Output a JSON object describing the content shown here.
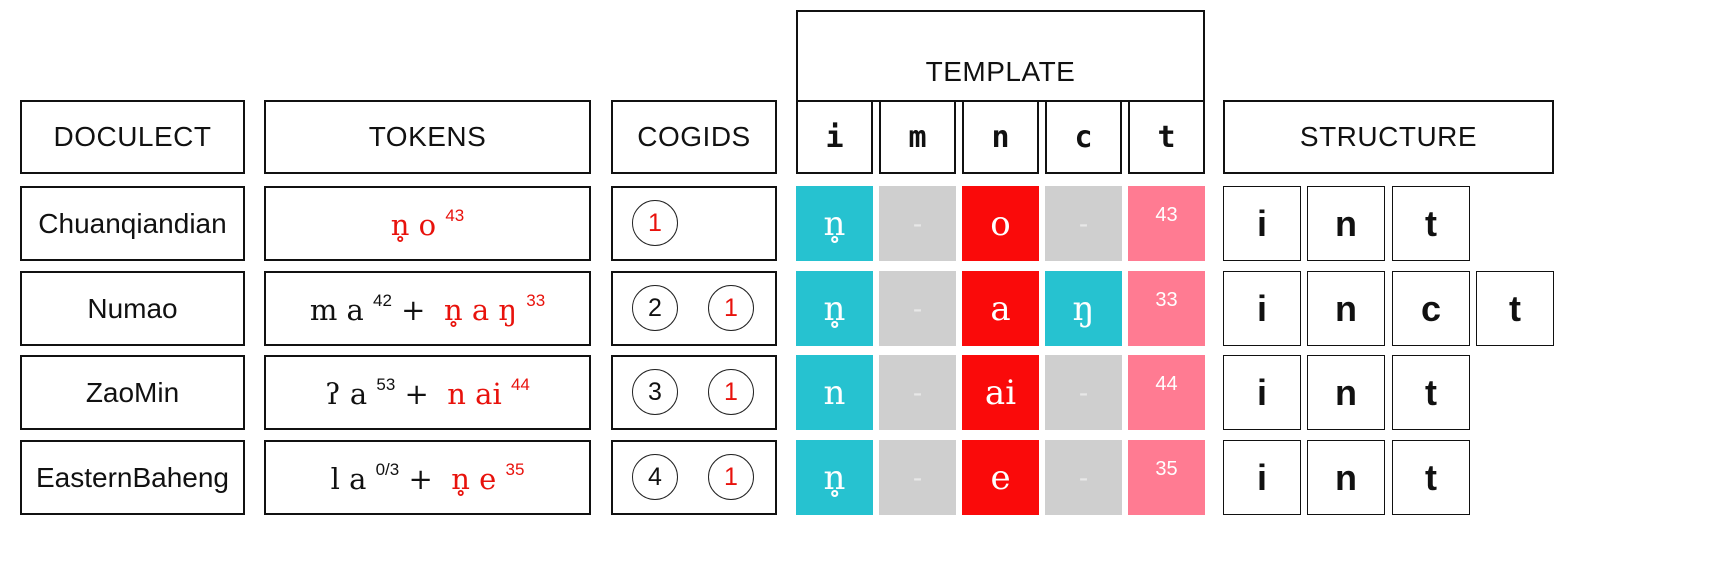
{
  "headers": {
    "doculect": "DOCULECT",
    "tokens": "TOKENS",
    "cogids": "COGIDS",
    "template": "TEMPLATE",
    "structure": "STRUCTURE"
  },
  "template_slots": [
    "i",
    "m",
    "n",
    "c",
    "t"
  ],
  "colors": {
    "initial": "#26c2d0",
    "gap": "#cfcfcf",
    "nucleus": "#fa0a0a",
    "coda": "#26c2d0",
    "tone": "#ff7b92",
    "highlight": "#e8120c"
  },
  "rows": [
    {
      "doculect": "Chuanqiandian",
      "tokens_plain": "",
      "tokens_plain_tone": "",
      "tokens_plus": "",
      "tokens_red": "n̥ o ",
      "tokens_red_tone": "43",
      "cogids": [
        "1"
      ],
      "template_cells": [
        "n̥",
        "-",
        "o",
        "-",
        "43"
      ],
      "structure": [
        "i",
        "n",
        "t"
      ]
    },
    {
      "doculect": "Numao",
      "tokens_plain": "m a ",
      "tokens_plain_tone": "42",
      "tokens_plus": " +  ",
      "tokens_red": "n̥ a ŋ ",
      "tokens_red_tone": "33",
      "cogids": [
        "2",
        "1"
      ],
      "template_cells": [
        "n̥",
        "-",
        "a",
        "ŋ",
        "33"
      ],
      "structure": [
        "i",
        "n",
        "c",
        "t"
      ]
    },
    {
      "doculect": "ZaoMin",
      "tokens_plain": "ʔ a ",
      "tokens_plain_tone": "53",
      "tokens_plus": " +  ",
      "tokens_red": "n ai ",
      "tokens_red_tone": "44",
      "cogids": [
        "3",
        "1"
      ],
      "template_cells": [
        "n",
        "-",
        "ai",
        "-",
        "44"
      ],
      "structure": [
        "i",
        "n",
        "t"
      ]
    },
    {
      "doculect": "EasternBaheng",
      "tokens_plain": "l a ",
      "tokens_plain_tone": "0/3",
      "tokens_plus": " +  ",
      "tokens_red": "n̥ e ",
      "tokens_red_tone": "35",
      "cogids": [
        "4",
        "1"
      ],
      "template_cells": [
        "n̥",
        "-",
        "e",
        "-",
        "35"
      ],
      "structure": [
        "i",
        "n",
        "t"
      ]
    }
  ]
}
